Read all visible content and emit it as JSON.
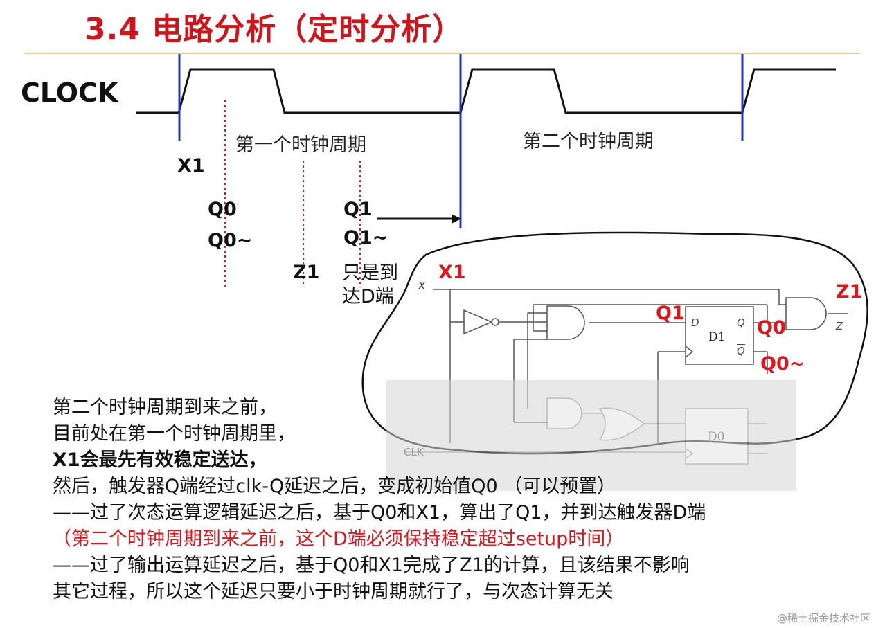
{
  "slide": {
    "title": "3.4 电路分析（定时分析）",
    "clock_label": "CLOCK",
    "period_1_label": "第一个时钟周期",
    "period_2_label": "第二个时钟周期"
  },
  "timing_labels": {
    "x1": "X1",
    "q0": "Q0",
    "q0_not": "Q0~",
    "q1": "Q1",
    "q1_not": "Q1~",
    "z1": "Z1",
    "note_line1": "只是到",
    "note_line2": "达D端"
  },
  "circuit": {
    "x1": "X1",
    "q1": "Q1",
    "q0": "Q0",
    "q0_not": "Q0~",
    "z1": "Z1",
    "pin_x": "X",
    "pin_z": "Z",
    "pin_d": "D",
    "pin_q": "Q",
    "pin_qbar": "Q",
    "ff1_name": "D1",
    "ff0_name": "D0",
    "clk": "CLK"
  },
  "explanation": {
    "lines": [
      "第二个时钟周期到来之前，",
      "目前处在第一个时钟周期里，",
      " X1会最先有效稳定送达，",
      "然后，触发器Q端经过clk-Q延迟之后，变成初始值Q0 （可以预置）",
      "——过了次态运算逻辑延迟之后，基于Q0和X1，算出了Q1，并到达触发器D端",
      "（第二个时钟周期到来之前，这个D端必须保持稳定超过setup时间）",
      "——过了输出运算延迟之后，基于Q0和X1完成了Z1的计算，且该结果不影响",
      "其它过程，所以这个延迟只要小于时钟周期就行了，与次态计算无关"
    ]
  },
  "watermark": "@稀土掘金技术社区",
  "colors": {
    "title": "#d0141b",
    "red_text": "#e0141b",
    "clock_edge": "#2233cc",
    "dotted_marker": "#d22020"
  }
}
